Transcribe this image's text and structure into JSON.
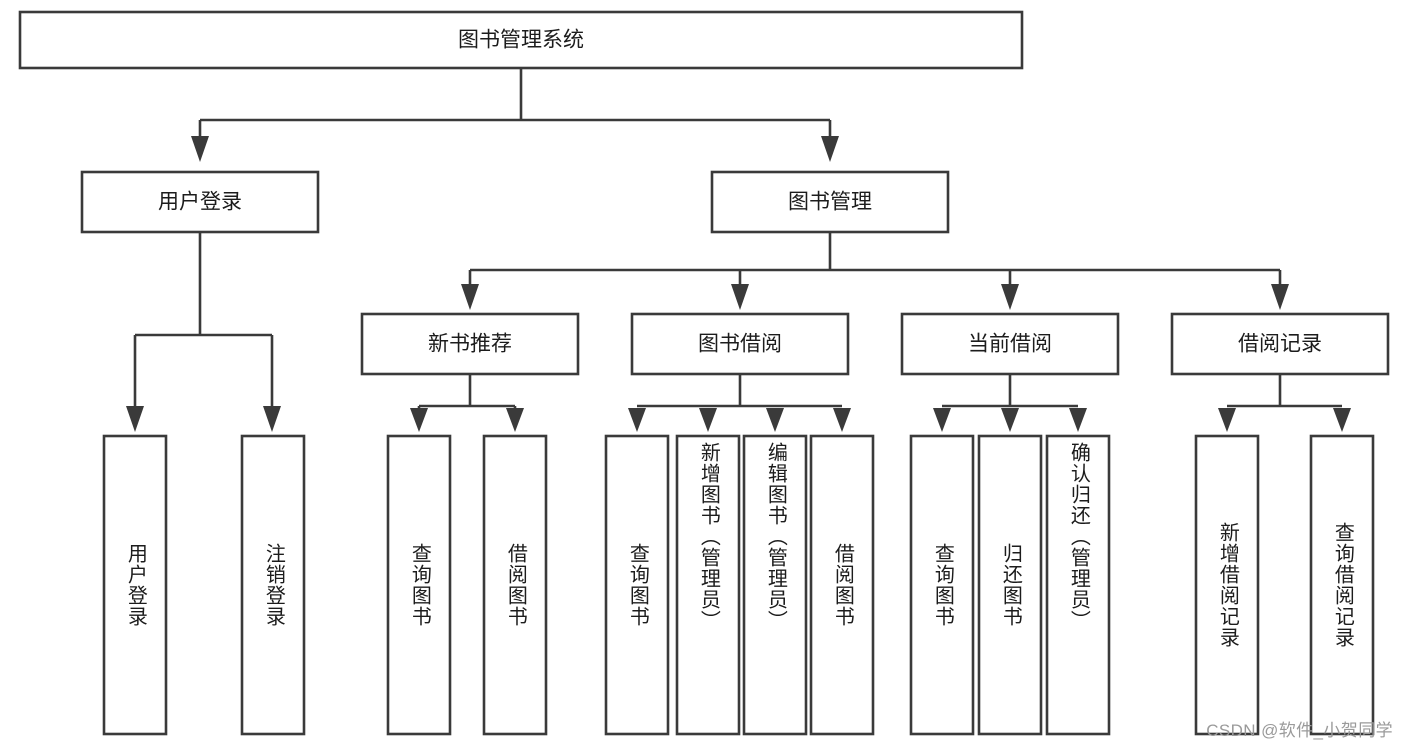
{
  "diagram": {
    "type": "tree",
    "title": "图书管理系统",
    "watermark": "CSDN @软件_小贺同学",
    "colors": {
      "box_stroke": "#3a3a3a",
      "box_fill": "#ffffff",
      "text": "#1c1c1c",
      "connector": "#3a3a3a",
      "watermark": "#9a9a9a",
      "background": "#ffffff"
    },
    "levels": {
      "root": {
        "label": "图书管理系统"
      },
      "level2": [
        {
          "label": "用户登录"
        },
        {
          "label": "图书管理"
        }
      ],
      "level3": [
        {
          "label": "新书推荐"
        },
        {
          "label": "图书借阅"
        },
        {
          "label": "当前借阅"
        },
        {
          "label": "借阅记录"
        }
      ],
      "leaves": {
        "user_login": [
          {
            "label": "用户登录"
          },
          {
            "label": "注销登录"
          }
        ],
        "new_book_recommend": [
          {
            "label": "查询图书"
          },
          {
            "label": "借阅图书"
          }
        ],
        "book_borrow": [
          {
            "label": "查询图书"
          },
          {
            "label": "新增图书（管理员）"
          },
          {
            "label": "编辑图书（管理员）"
          },
          {
            "label": "借阅图书"
          }
        ],
        "current_borrow": [
          {
            "label": "查询图书"
          },
          {
            "label": "归还图书"
          },
          {
            "label": "确认归还（管理员）"
          }
        ],
        "borrow_record": [
          {
            "label": "新增借阅记录"
          },
          {
            "label": "查询借阅记录"
          }
        ]
      }
    }
  }
}
